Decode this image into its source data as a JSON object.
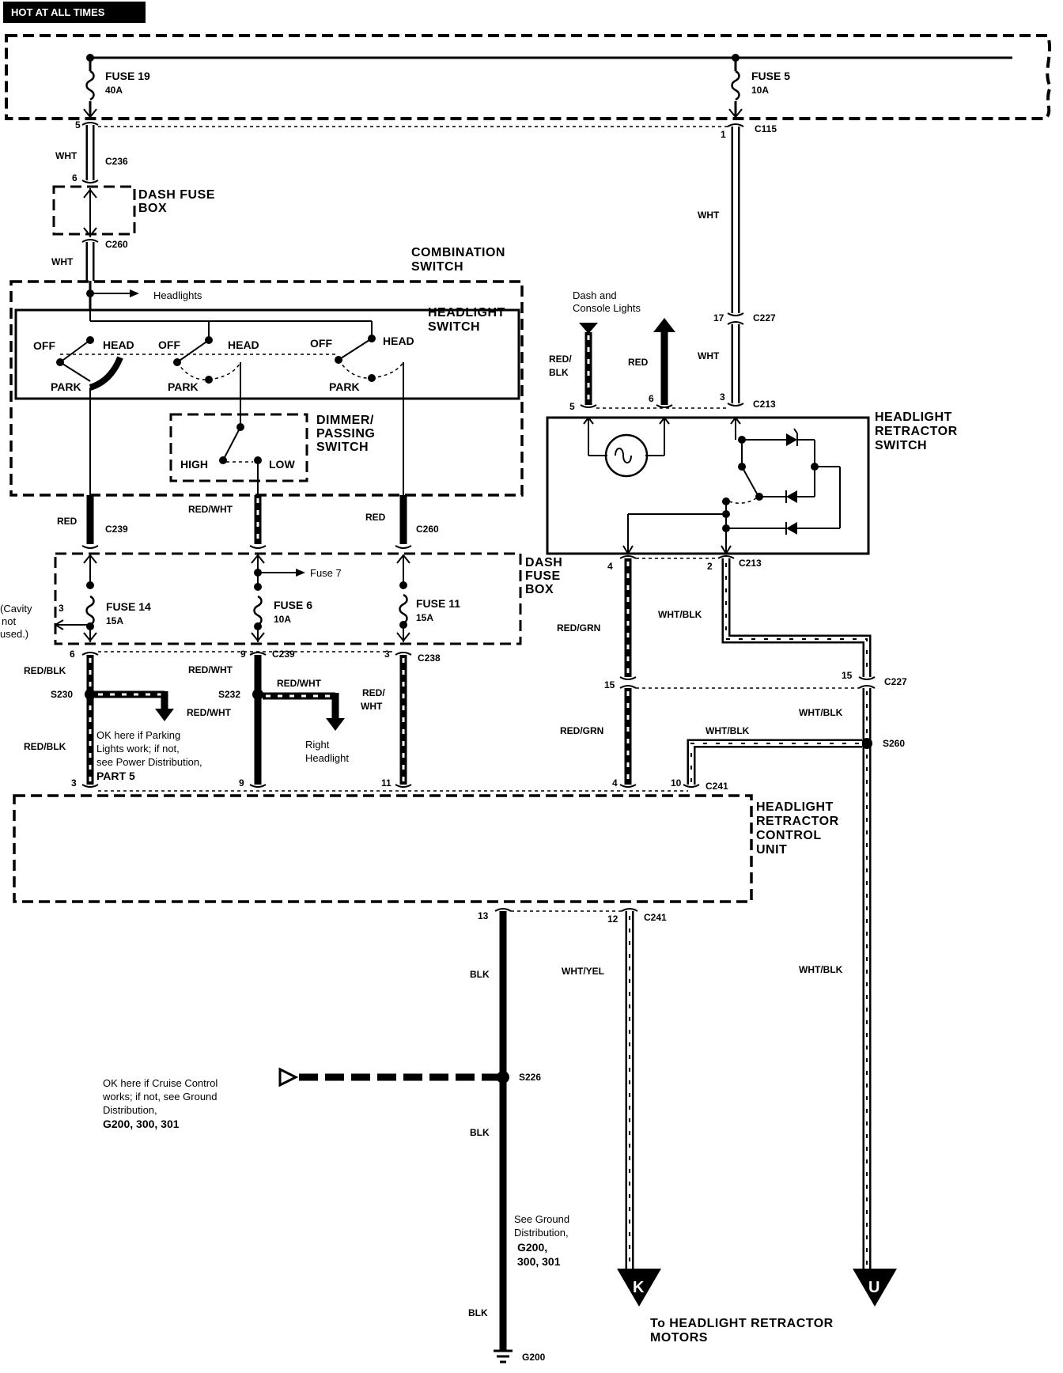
{
  "header": {
    "title": "HOT AT ALL TIMES"
  },
  "fuses": {
    "fuse19": {
      "name": "FUSE 19",
      "rating": "40A"
    },
    "fuse5": {
      "name": "FUSE 5",
      "rating": "10A"
    },
    "fuse14": {
      "name": "FUSE 14",
      "rating": "15A"
    },
    "fuse6": {
      "name": "FUSE 6",
      "rating": "10A"
    },
    "fuse11": {
      "name": "FUSE 11",
      "rating": "15A"
    },
    "fuse7_ref": "Fuse 7"
  },
  "boxes": {
    "dash_fuse_box_top": [
      "DASH FUSE",
      "BOX"
    ],
    "combination_switch": [
      "COMBINATION",
      "SWITCH"
    ],
    "headlight_switch": [
      "HEADLIGHT",
      "SWITCH"
    ],
    "dimmer_switch": [
      "DIMMER/",
      "PASSING",
      "SWITCH"
    ],
    "dash_fuse_box_mid": [
      "DASH",
      "FUSE",
      "BOX"
    ],
    "retractor_switch": [
      "HEADLIGHT",
      "RETRACTOR",
      "SWITCH"
    ],
    "control_unit": [
      "HEADLIGHT",
      "RETRACTOR",
      "CONTROL",
      "UNIT"
    ]
  },
  "switch_positions": {
    "off": "OFF",
    "head": "HEAD",
    "park": "PARK",
    "high": "HIGH",
    "low": "LOW"
  },
  "connectors": {
    "c236": "C236",
    "c260a": "C260",
    "c239a": "C239",
    "c260b": "C260",
    "c239b": "C239",
    "c238": "C238",
    "c241a": "C241",
    "c241b": "C241",
    "c115": "C115",
    "c227a": "C227",
    "c213a": "C213",
    "c213b": "C213",
    "c227b": "C227"
  },
  "splices": {
    "s230": "S230",
    "s232": "S232",
    "s260": "S260",
    "s226": "S226"
  },
  "ground": "G200",
  "wire_colors": {
    "wht_1": "WHT",
    "wht_2": "WHT",
    "wht_3": "WHT",
    "wht_4": "WHT",
    "red_1": "RED",
    "redwht_1": "RED/WHT",
    "red_2": "RED",
    "redblk_1": "RED/BLK",
    "redwht_2": "RED/WHT",
    "redwht_3": "RED/WHT",
    "redwht_4": "RED/WHT",
    "redblk_2": "RED/BLK",
    "redwht_5": [
      "RED/",
      "WHT"
    ],
    "redblk_3": [
      "RED/",
      "BLK"
    ],
    "red_3": "RED",
    "redgrn_1": "RED/GRN",
    "redgrn_2": "RED/GRN",
    "whtblk_1": "WHT/BLK",
    "whtblk_2": "WHT/BLK",
    "whtblk_3": "WHT/BLK",
    "whtblk_4": "WHT/BLK",
    "blk_1": "BLK",
    "blk_2": "BLK",
    "blk_3": "BLK",
    "whtyel_1": "WHT/YEL"
  },
  "pins": {
    "p5a": "5",
    "p6a": "6",
    "p1": "1",
    "p17": "17",
    "p3a": "3",
    "p5b": "5",
    "p6b": "6",
    "p4a": "4",
    "p2": "2",
    "p15a": "15",
    "p15b": "15",
    "p3cav": "3",
    "p6c": "6",
    "p9a": "9",
    "p3b": "3",
    "p3c": "3",
    "p9b": "9",
    "p11": "11",
    "p4b": "4",
    "p10": "10",
    "p13": "13",
    "p12": "12"
  },
  "notes": {
    "headlights": "Headlights",
    "cavity": [
      "(Cavity",
      "not",
      "used.)"
    ],
    "dash_console": [
      "Dash and",
      "Console Lights"
    ],
    "parking_ok": [
      "OK here if Parking",
      "Lights work; if not,",
      "see Power Distribution,",
      "PART 5"
    ],
    "right_headlight": [
      "Right",
      "Headlight"
    ],
    "cruise_ok": [
      "OK here if Cruise Control",
      "works; if not, see Ground",
      "Distribution,",
      "G200, 300, 301"
    ],
    "see_ground": [
      "See Ground",
      "Distribution,",
      "G200,",
      "300, 301"
    ],
    "to_motors": [
      "To HEADLIGHT RETRACTOR",
      "MOTORS"
    ]
  },
  "connector_refs": {
    "k": "K",
    "u": "U"
  }
}
